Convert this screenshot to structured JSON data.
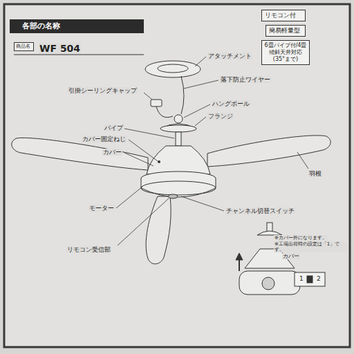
{
  "diagram": {
    "nodes": [
      {
        "text": [
          "各部の名称"
        ]
      },
      {
        "text": [
          "商品名"
        ]
      },
      {
        "text": [
          "リモコン付"
        ]
      },
      {
        "text": [
          "簡易軽量型"
        ]
      },
      {
        "text": [
          "6畳パイプ付/4畳 傾斜天井対応 (35°まで)"
        ]
      }
    ],
    "labels": [
      "WF 504",
      "アタッチメント",
      "落下防止ワイヤー",
      "引掛シーリングキャップ",
      "ハングボール",
      "フランジ",
      "パイプ",
      "カバー固定ねじ",
      "カバー",
      "羽根",
      "モーター",
      "チャンネル切替スイッチ",
      "リモコン受信部",
      "※カバー外になります。",
      "※工場出荷時の設定は「1」です。",
      "カバー",
      "1",
      "2"
    ]
  }
}
